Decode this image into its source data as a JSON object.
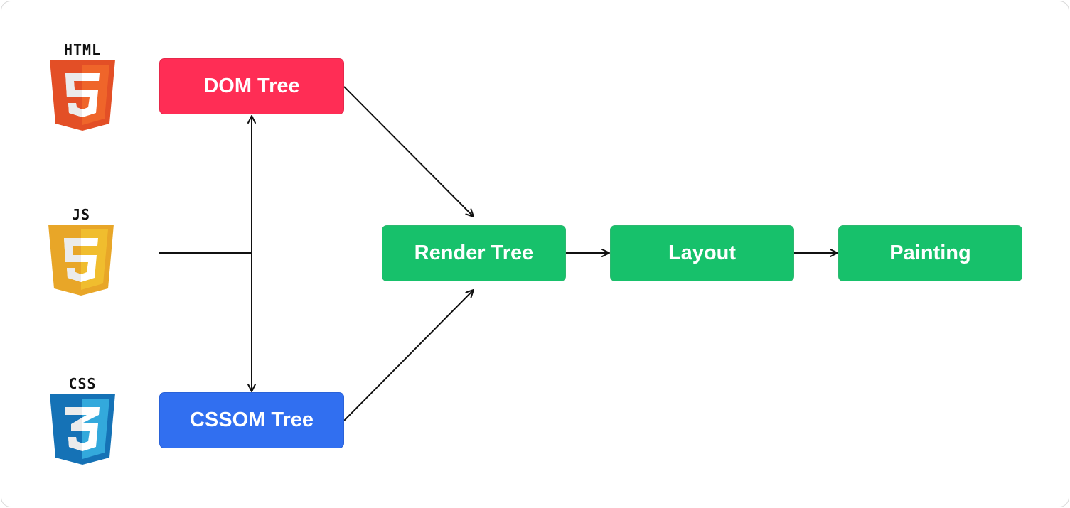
{
  "colors": {
    "dom": "#ff2d55",
    "cssom": "#316ff0",
    "green": "#17c16b",
    "line": "#111111",
    "html_shield": "#e34f26",
    "html_shield_light": "#ef652a",
    "js_shield": "#e8a628",
    "js_shield_light": "#f0bd2e",
    "css_shield": "#1572b6",
    "css_shield_light": "#33a9dc"
  },
  "logos": {
    "html": {
      "label": "HTML",
      "glyph": "5"
    },
    "js": {
      "label": "JS",
      "glyph": "5"
    },
    "css": {
      "label": "CSS",
      "glyph": "3"
    }
  },
  "nodes": {
    "dom": "DOM Tree",
    "cssom": "CSSOM Tree",
    "render": "Render Tree",
    "layout": "Layout",
    "painting": "Painting"
  }
}
